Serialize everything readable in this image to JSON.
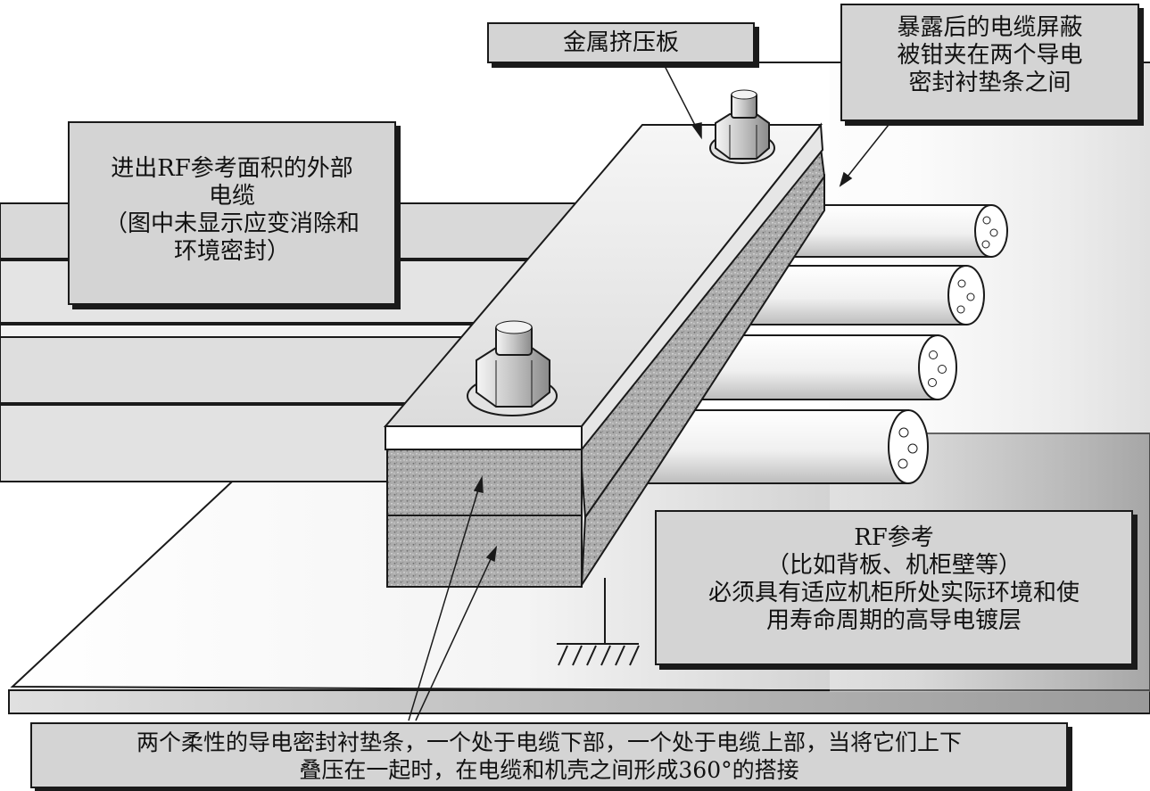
{
  "labels": {
    "clamp_plate": "金属挤压板",
    "shield": [
      "暴露后的电缆屏蔽",
      "被钳夹在两个导电",
      "密封衬垫条之间"
    ],
    "cables": [
      "进出RF参考面积的外部",
      "电缆",
      "（图中未显示应变消除和",
      "环境密封）"
    ],
    "rf_reference": [
      "RF参考",
      "（比如背板、机柜壁等）",
      "必须具有适应机柜所处实际环境和使",
      "用寿命周期的高导电镀层"
    ],
    "gaskets": [
      "两个柔性的导电密封衬垫条，一个处于电缆下部，一个处于电缆上部，当将它们上下",
      "叠压在一起时，在电缆和机壳之间形成360°的搭接"
    ]
  },
  "colors": {
    "outline": "#1a1a1a",
    "callout_fill": "#d4d4d4",
    "plate_edge": "#bdbdbd",
    "gasket": "#a9a9a9",
    "cable": "#f2f2f2"
  }
}
